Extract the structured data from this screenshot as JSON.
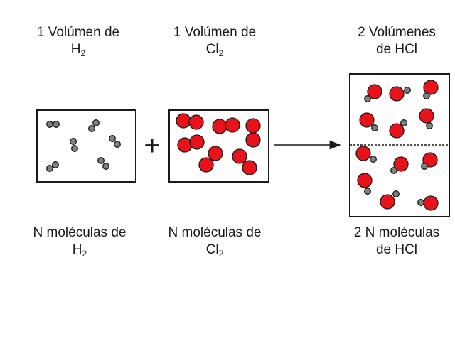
{
  "labels": {
    "h2_volume": {
      "line1": "1 Volúmen de",
      "formula": "H",
      "subscript": "2"
    },
    "cl2_volume": {
      "line1": "1 Volúmen de",
      "formula": "Cl",
      "subscript": "2"
    },
    "hcl_volume": {
      "line1": "2 Volúmenes",
      "line2": "de HCl"
    },
    "h2_molecules": {
      "line1": "N moléculas de",
      "formula": "H",
      "subscript": "2"
    },
    "cl2_molecules": {
      "line1": "N moléculas de",
      "formula": "Cl",
      "subscript": "2"
    },
    "hcl_molecules": {
      "line1": "2 N moléculas",
      "line2": "de HCl"
    }
  },
  "colors": {
    "chlorine_atom": "#e8121b",
    "hydrogen_atom": "#808080",
    "atom_outline": "#1a1a1a",
    "box_border": "#1a1a1a"
  },
  "counts": {
    "h2_molecules": 6,
    "cl2_molecules": 6,
    "hcl_molecules": 12
  },
  "operators": {
    "plus": "+"
  },
  "icons": {
    "reaction_arrow": "arrow-right-icon"
  }
}
